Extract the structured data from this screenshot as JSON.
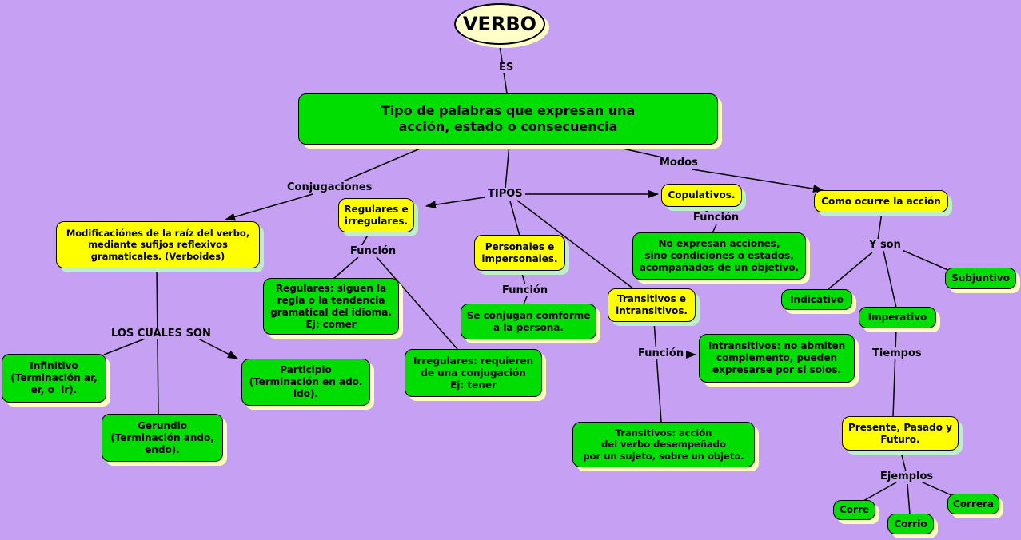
{
  "colors": {
    "background": "#c6a0f2",
    "node_green": "#00dd00",
    "node_yellow": "#ffff00",
    "ellipse_fill": "#ffffc8",
    "shadow_on_green_nodes": "#ffffc2",
    "shadow_on_yellow_nodes": "#bfeecb",
    "line": "#000000",
    "text": "#000000"
  },
  "nodes": {
    "verbo": "VERBO",
    "definicion": "Tipo de palabras que expresan una\nacción, estado o consecuencia",
    "modificaciones": "Modificaciónes de la raíz del verbo,\nmediante sufijos reflexivos\ngramaticales. (Verboides)",
    "regulares_irregulares": "Regulares e\nirregulares.",
    "personales_impersonales": "Personales e\nimpersonales.",
    "copulativos": "Copulativos.",
    "como_ocurre": "Como ocurre la acción",
    "transitivos_intransitivos": "Transitivos e\nintransitivos.",
    "regulares_def": "Regulares: siguen la\nregla o la tendencia\ngramatical del idioma.\nEj: comer",
    "irregulares_def": "Irregulares: requieren\nde una conjugación\nEj: tener",
    "se_conjugan": "Se conjugan comforme\na la persona.",
    "no_expresan": "No expresan acciones,\nsino condiciones o estados,\nacompañados de un objetivo.",
    "intransitivos_def": "Intransitivos: no abmiten\ncomplemento, pueden\nexpresarse por si solos.",
    "transitivos_def": "Transitivos: acción\ndel verbo desempeñado\npor un sujeto, sobre un objeto.",
    "infinitivo": "Infinitivo\n(Terminación ar,\ner, o  ir).",
    "gerundio": "Gerundio\n(Terminación ando,\nendo).",
    "participio": "Participio\n(Terminación en ado.\nido).",
    "indicativo": "Indicativo",
    "imperativo": "Imperativo",
    "subjuntivo": "Subjuntivo",
    "presente_pasado_futuro": "Presente, Pasado y\nFuturo.",
    "corre": "Corre",
    "corrio": "Corrio",
    "correra": "Correra"
  },
  "labels": {
    "es": "ES",
    "conjugaciones": "Conjugaciones",
    "tipos": "TIPOS",
    "modos": "Modos",
    "funcion": "Función",
    "los_cuales_son": "LOS CUALES SON",
    "y_son": "Y son",
    "tiempos": "Tiempos",
    "ejemplos": "Ejemplos"
  }
}
